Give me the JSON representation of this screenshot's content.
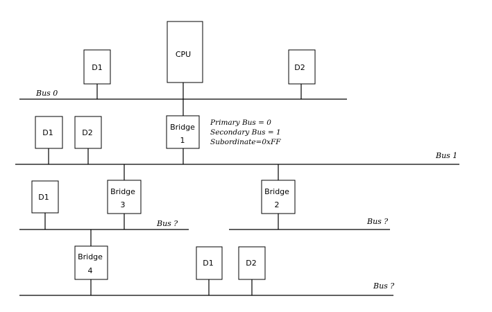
{
  "labels": {
    "cpu": "CPU",
    "d1": "D1",
    "d2": "D2",
    "bridge": "Bridge",
    "bridge1_num": "1",
    "bridge2_num": "2",
    "bridge3_num": "3",
    "bridge4_num": "4"
  },
  "buses": {
    "bus0": "Bus 0",
    "bus1": "Bus 1",
    "bus_unknown": "Bus ?"
  },
  "annotation": {
    "primary": "Primary Bus = 0",
    "secondary": "Secondary Bus = 1",
    "subordinate": "Subordinate=0xFF"
  }
}
